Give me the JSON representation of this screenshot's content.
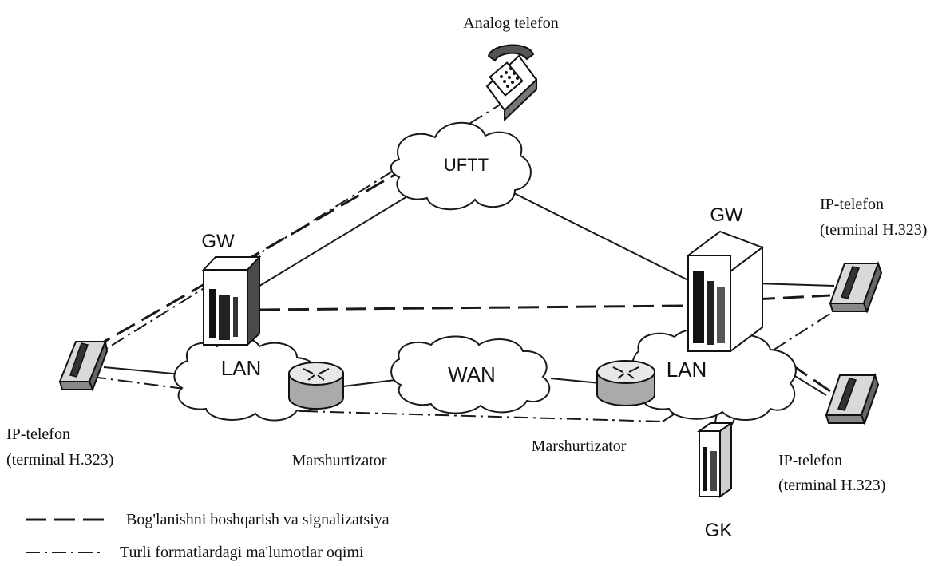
{
  "labels": {
    "analog_phone": "Analog telefon",
    "uftt": "UFTT",
    "wan": "WAN",
    "lan_left": "LAN",
    "lan_right": "LAN",
    "gw_left": "GW",
    "gw_right": "GW",
    "gk": "GK",
    "router_left": "Marshurtizator",
    "router_right": "Marshurtizator",
    "ip_phone_right_top_1": "IP-telefon",
    "ip_phone_right_top_2": "(terminal H.323)",
    "ip_phone_left_1": "IP-telefon",
    "ip_phone_left_2": "(terminal H.323)",
    "ip_phone_right_bottom_1": "IP-telefon",
    "ip_phone_right_bottom_2": "(terminal H.323)"
  },
  "legend": {
    "dashed": "Bog'lanishni boshqarish va signalizatsiya",
    "dashdot": "Turli formatlardagi ma'lumotlar oqimi"
  }
}
